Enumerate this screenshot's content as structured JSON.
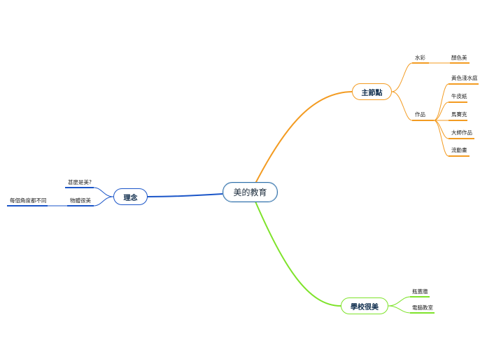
{
  "center": {
    "label": "美的教育"
  },
  "colors": {
    "orange": "#f39b21",
    "blue": "#1a55c8",
    "green": "#7ee32a"
  },
  "branches": {
    "zhu": {
      "label": "主節點",
      "shuicai": {
        "label": "水彩",
        "child": "顏色美"
      },
      "zuopin": {
        "label": "作品",
        "children": [
          "黃色淺水庭",
          "牛皮紙",
          "馬賽克",
          "大師作品",
          "流動畫"
        ]
      }
    },
    "linian": {
      "label": "理念",
      "children": [
        "甚麼是美?",
        "物體很美"
      ],
      "grandchild": "每個角度都不同"
    },
    "xuexiao": {
      "label": "學校很美",
      "children": [
        "瓶蓋牆",
        "電腦教室"
      ]
    }
  }
}
